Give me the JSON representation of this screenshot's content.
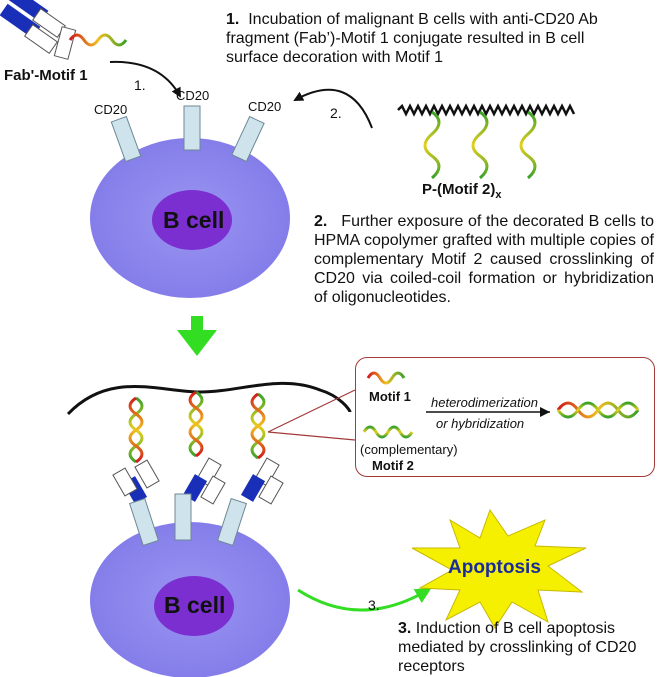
{
  "labels": {
    "fab_motif1": "Fab'-Motif 1",
    "cd20": "CD20",
    "b_cell": "B cell",
    "polymer_label": "P-(Motif 2)",
    "polymer_subscript": "x",
    "motif1": "Motif 1",
    "complementary": "(complementary)",
    "motif2": "Motif 2",
    "heterodimerization": "heterodimerization",
    "or_hybridization": "or hybridization",
    "apoptosis": "Apoptosis"
  },
  "steps": {
    "step1_number": "1.",
    "step1_text": "Incubation of malignant B cells with anti-CD20 Ab fragment (Fab’)-Motif 1 conjugate resulted in B cell surface decoration with Motif 1",
    "step2_number": "2.",
    "step2_text": "Further exposure of the decorated B cells to HPMA copolymer grafted with multiple copies of complementary Motif 2 caused crosslinking of CD20 via coiled-coil formation or hybridization of oligonucleotides.",
    "step3_number": "3.",
    "step3_text": "Induction of B cell apoptosis mediated by crosslinking of CD20 receptors"
  },
  "arrow_labels": {
    "a1": "1.",
    "a2": "2.",
    "a3": "3."
  },
  "colors": {
    "cell_fill": "#8c86ee",
    "nucleus_fill": "#7b2fd0",
    "receptor_fill": "#cfe3ec",
    "fab_blue": "#1a2fb8",
    "down_arrow": "#33dd22",
    "curved_arrow_green": "#33dd22",
    "starburst": "#f4f000",
    "apoptosis_text": "#1a2b9c",
    "box_border": "#a23a3a"
  }
}
